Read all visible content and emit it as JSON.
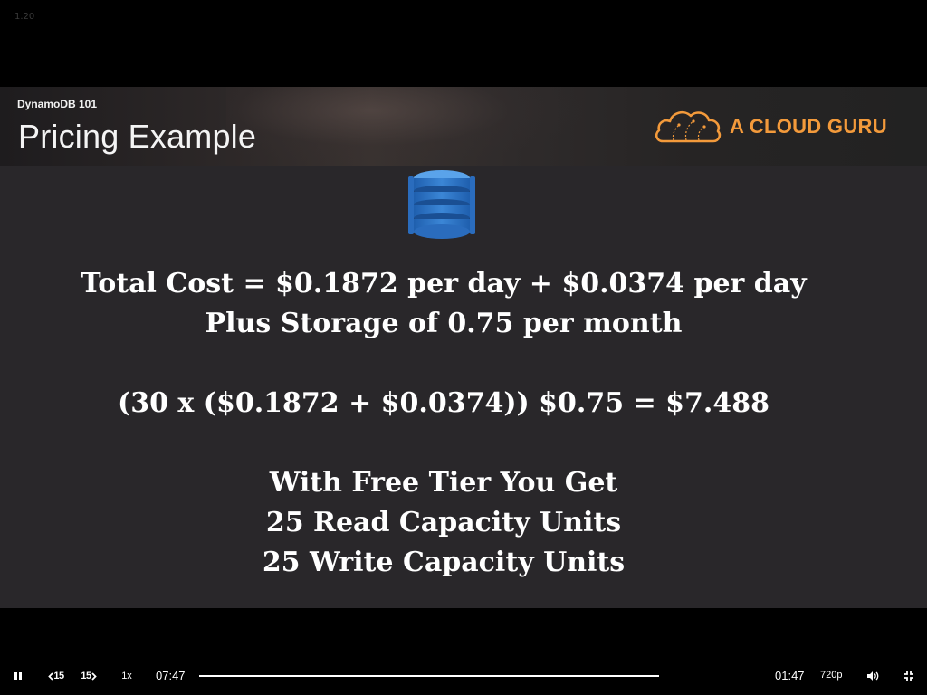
{
  "player": {
    "version": "1.20"
  },
  "slide": {
    "course_label": "DynamoDB 101",
    "title": "Pricing Example",
    "brand_text": "A CLOUD GURU",
    "brand_color": "#f39a3b",
    "lines": [
      "Total Cost = $0.1872 per day + $0.0374  per day",
      "Plus Storage of 0.75 per month",
      "(30 x ($0.1872 + $0.0374))  $0.75 = $7.488",
      "With Free Tier You Get",
      "25 Read Capacity Units",
      "25 Write Capacity Units"
    ]
  },
  "controls": {
    "play_pause_icon": "pause-icon",
    "rewind_label": "15",
    "forward_label": "15",
    "speed_label": "1x",
    "elapsed_time": "07:47",
    "remaining_time": "01:47",
    "quality_label": "720p",
    "progress_fraction": 1.0,
    "volume_icon": "volume-icon",
    "fullscreen_icon": "exit-fullscreen-icon"
  }
}
